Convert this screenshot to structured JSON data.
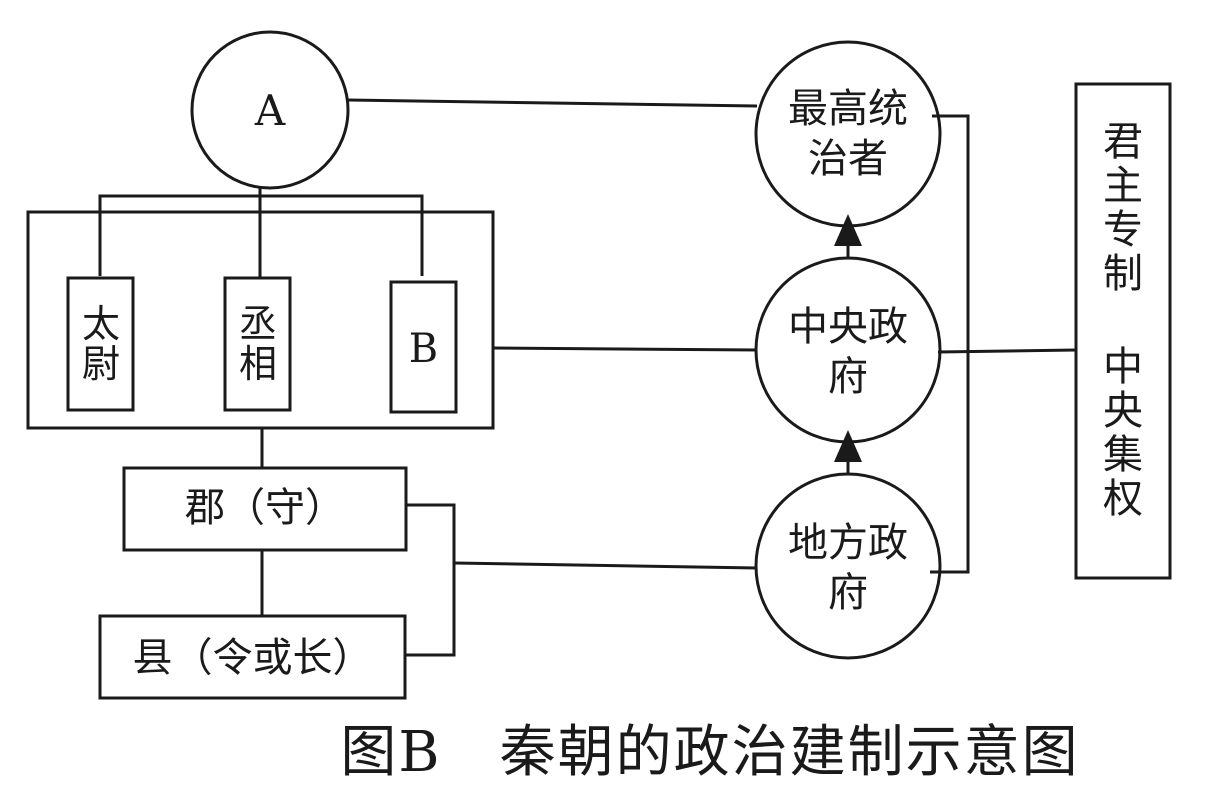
{
  "nodes": {
    "a": "A",
    "b": "B",
    "taiwei": "太尉",
    "chengxiang": "丞相",
    "jun": "郡（守）",
    "xian": "县（令或长）",
    "supreme_ruler": "最高统治者",
    "central_gov": "中央政府",
    "local_gov": "地方政府",
    "system_line1": "君主专制",
    "system_line2": "中央集权"
  },
  "caption": "图B　秦朝的政治建制示意图"
}
